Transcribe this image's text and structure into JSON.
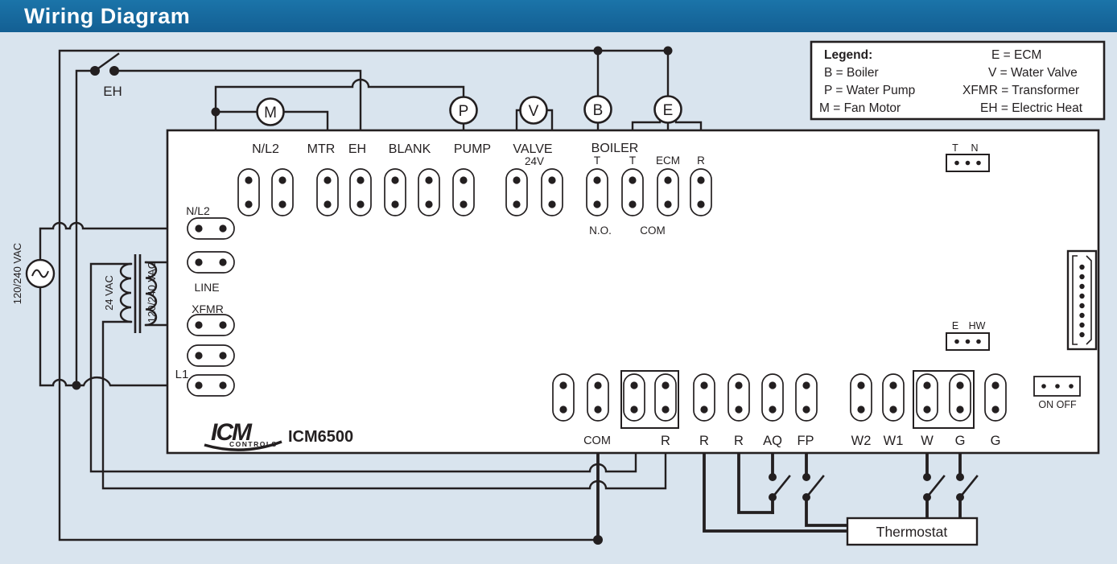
{
  "title_bar": {
    "title": "Wiring Diagram"
  },
  "legend": {
    "rows": [
      [
        "Legend:",
        "E = ECM"
      ],
      [
        "B = Boiler",
        "V = Water Valve"
      ],
      [
        "P = Water Pump",
        "XFMR = Transformer"
      ],
      [
        "M = Fan Motor",
        "EH = Electric Heat"
      ]
    ]
  },
  "labels": {
    "eh_switch": "EH",
    "source": "120/240 VAC",
    "xfmr_secondary": "24 VAC",
    "xfmr_primary": "120/240 VAC",
    "left_terminals": {
      "nl2": "N/L2",
      "line": "LINE",
      "xfmr": "XFMR",
      "l1": "L1"
    },
    "top_terminals": {
      "nl2": "N/L2",
      "mtr": "MTR",
      "eh": "EH",
      "blank": "BLANK",
      "pump": "PUMP",
      "valve": "VALVE",
      "valve_voltage": "24V",
      "boiler": "BOILER",
      "t1": "T",
      "t2": "T",
      "no": "N.O.",
      "com": "COM",
      "ecm": "ECM",
      "r": "R"
    },
    "device_circles": {
      "m": "M",
      "p": "P",
      "v": "V",
      "b": "B",
      "e": "E"
    },
    "bottom_terminals": {
      "com": "COM",
      "r1": "R",
      "r2": "R",
      "r3": "R",
      "aq": "AQ",
      "fp": "FP",
      "w2": "W2",
      "w1": "W1",
      "w": "W",
      "g1": "G",
      "g2": "G"
    },
    "connectors": {
      "t": "T",
      "n": "N",
      "e": "E",
      "hw": "HW",
      "on_off": "ON OFF"
    },
    "thermostat": "Thermostat",
    "logo": {
      "brand": "ICM",
      "sub": "CONTROLS",
      "model": "ICM6500"
    }
  },
  "colors": {
    "title_bg": "#17699e",
    "page_bg": "#d9e4ee",
    "line": "#231f20",
    "board_fill": "#ffffff"
  }
}
